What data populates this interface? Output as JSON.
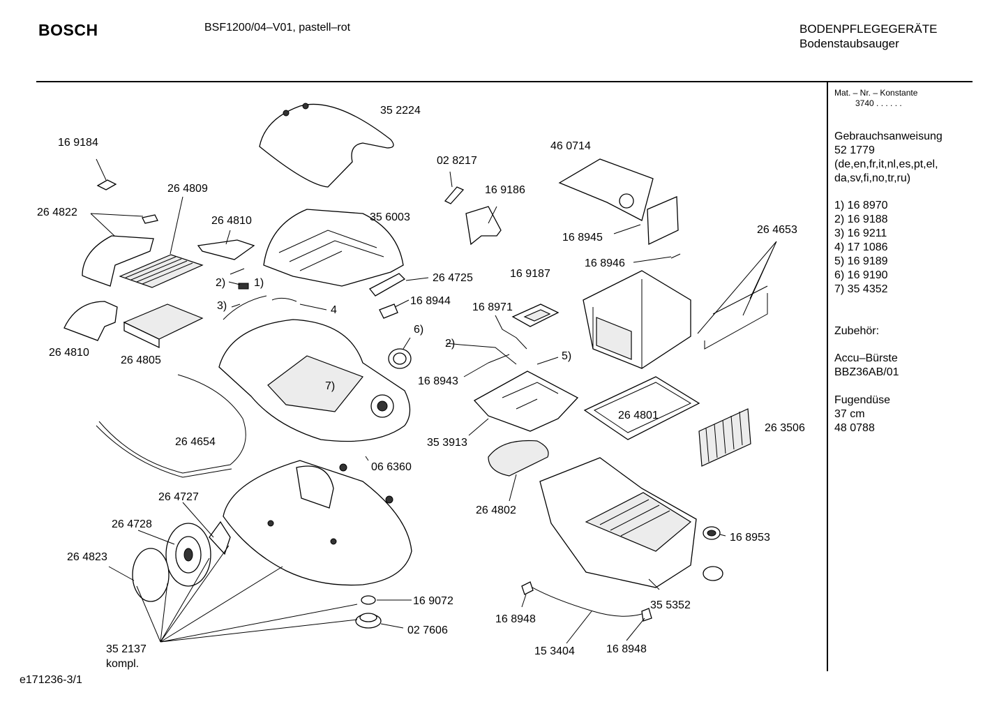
{
  "header": {
    "brand": "BOSCH",
    "model": "BSF1200/04–V01, pastell–rot",
    "category": "BODENPFLEGEGERÄTE",
    "subcategory": "Bodenstaubsauger"
  },
  "sidebar": {
    "mat_label": "Mat. – Nr. – Konstante",
    "mat_value": "3740 . . . . . .",
    "manual_title": "Gebrauchsanweisung",
    "manual_number": "52 1779",
    "manual_langs_1": "(de,en,fr,it,nl,es,pt,el,",
    "manual_langs_2": "da,sv,fi,no,tr,ru)",
    "footnotes": [
      "1) 16 8970",
      "2) 16 9188",
      "3) 16 9211",
      "4) 17 1086",
      "5) 16 9189",
      "6) 16 9190",
      "7) 35 4352"
    ],
    "accessories_title": "Zubehör:",
    "acc1_name": "Accu–Bürste",
    "acc1_code": "BBZ36AB/01",
    "acc2_name": "Fugendüse",
    "acc2_size": "37 cm",
    "acc2_code": "48 0788"
  },
  "footer": {
    "code": "e171236-3/1"
  },
  "labels": {
    "p352224": "35 2224",
    "p169184": "16 9184",
    "p264809": "26 4809",
    "p264822": "26 4822",
    "p264810a": "26 4810",
    "p356003": "35 6003",
    "p028217": "02 8217",
    "p169186": "16 9186",
    "p460714": "46 0714",
    "p168945": "16 8945",
    "p168946": "16 8946",
    "p264653": "26 4653",
    "p264725": "26 4725",
    "p168944": "16 8944",
    "p169187": "16 9187",
    "p168971": "16 8971",
    "p264810b": "26 4810",
    "p264805": "26 4805",
    "p168943": "16 8943",
    "p353913": "35 3913",
    "p264801": "26 4801",
    "p263506": "26 3506",
    "p264654": "26 4654",
    "p066360": "06 6360",
    "p264802": "26 4802",
    "p264727": "26 4727",
    "p264728": "26 4728",
    "p264823": "26 4823",
    "p168953": "16 8953",
    "p169072": "16 9072",
    "p027606": "02 7606",
    "p168948a": "16 8948",
    "p355352": "35 5352",
    "p352137": "35 2137",
    "p352137b": "kompl.",
    "p153404": "15 3404",
    "p168948b": "16 8948",
    "m1": "1)",
    "m2a": "2)",
    "m3": "3)",
    "m4": "4",
    "m6": "6)",
    "m2b": "2)",
    "m5": "5)",
    "m7": "7)"
  }
}
